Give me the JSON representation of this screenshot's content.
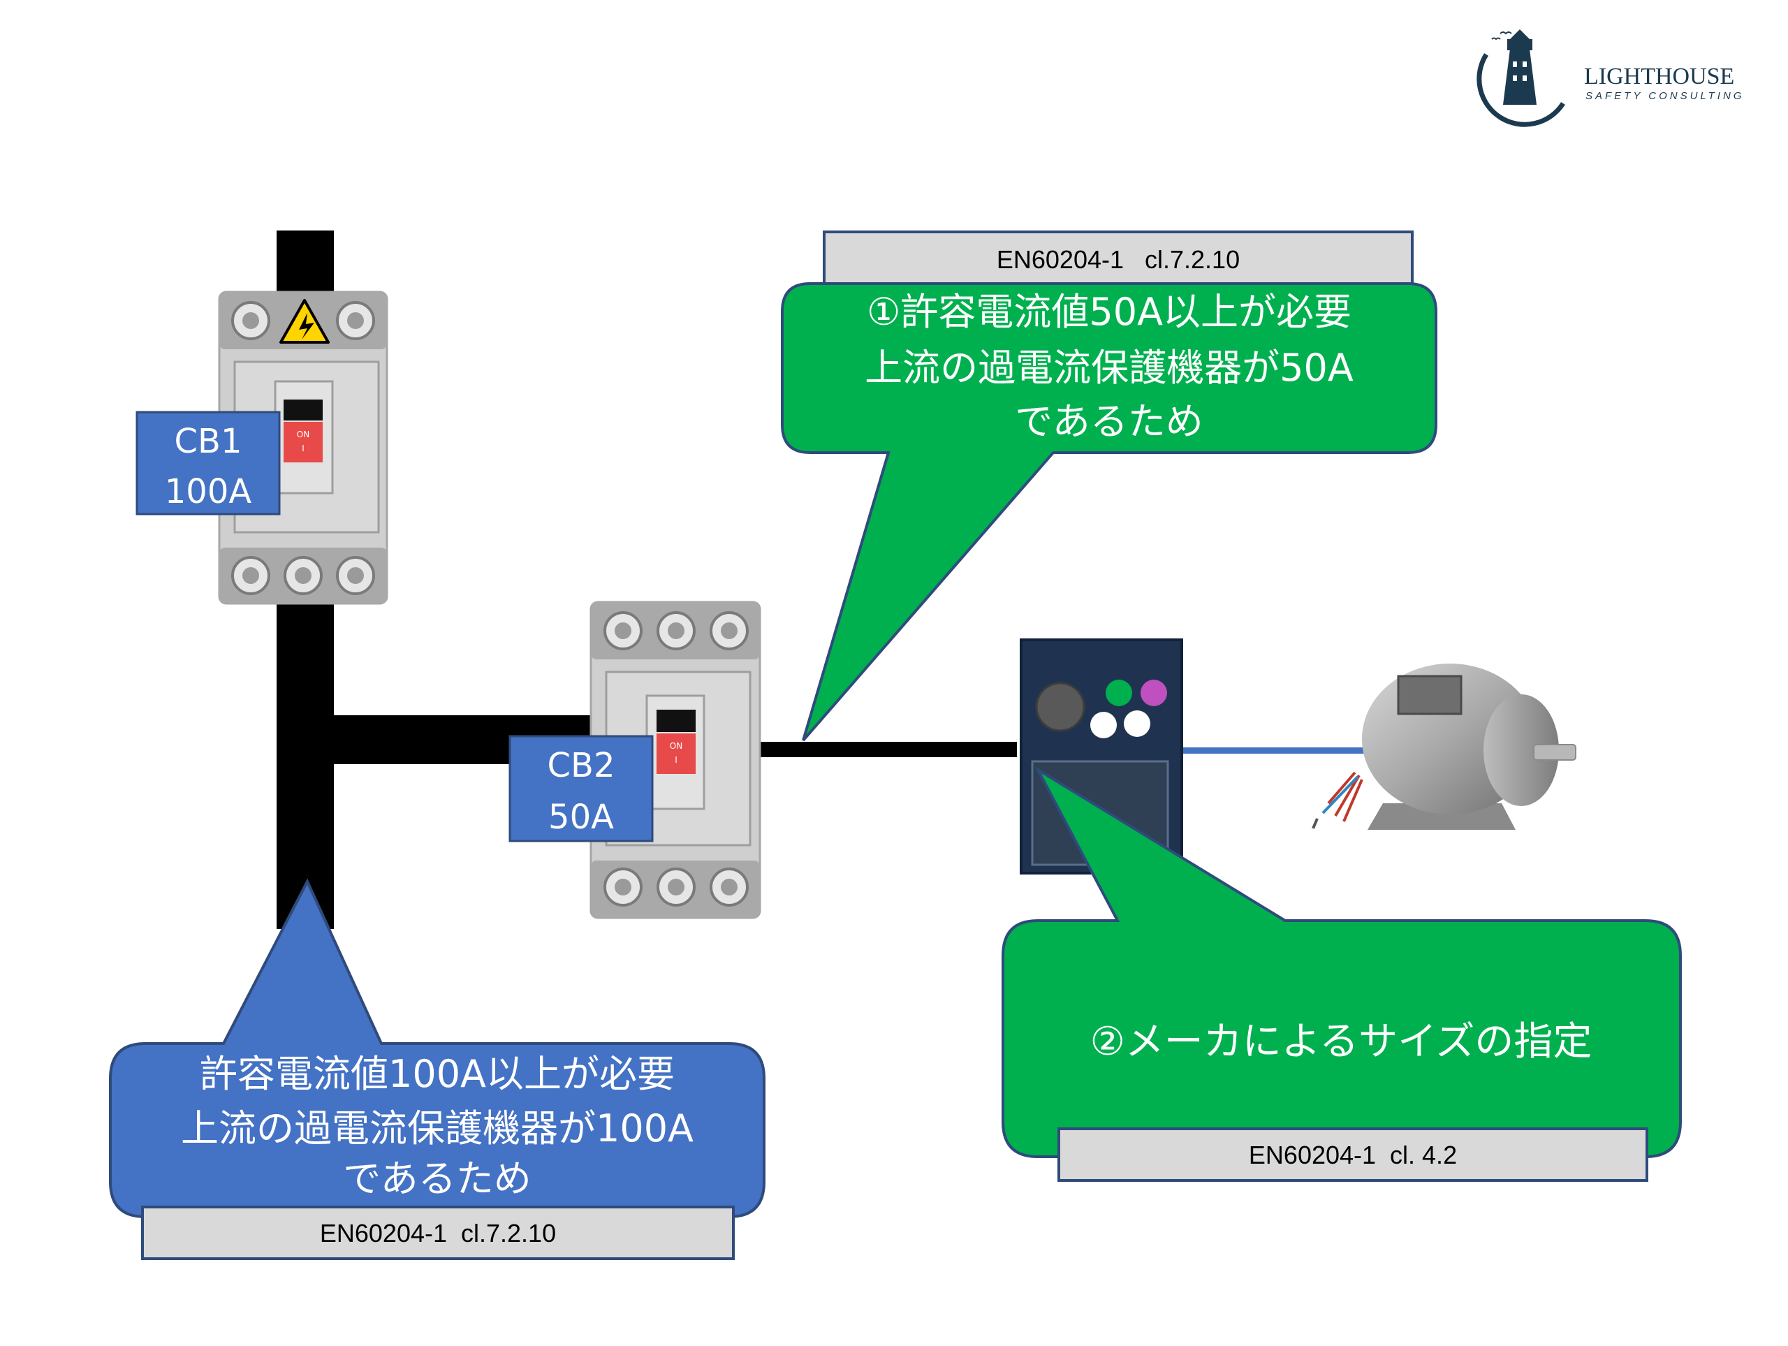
{
  "logo": {
    "name": "LIGHTHOUSE",
    "tagline": "SAFETY CONSULTING"
  },
  "breakers": [
    {
      "label": "CB1",
      "rating": "100A"
    },
    {
      "label": "CB2",
      "rating": "50A"
    }
  ],
  "breaker_switch_text": {
    "on": "ON",
    "i": "I"
  },
  "callouts": {
    "cb2_note": {
      "lines": [
        "①許容電流値50A以上が必要",
        "上流の過電流保護機器が50A",
        "であるため"
      ],
      "reference": "EN60204-1   cl.7.2.10"
    },
    "cb1_note": {
      "lines": [
        "許容電流値100A以上が必要",
        "上流の過電流保護機器が100A",
        "であるため"
      ],
      "reference": "EN60204-1  cl.7.2.10"
    },
    "inverter_note": {
      "lines": [
        "②メーカによるサイズの指定"
      ],
      "reference": "EN60204-1  cl. 4.2"
    }
  },
  "colors": {
    "green_callout": "#00b04f",
    "blue_callout": "#4472c4",
    "callout_border": "#2f4b7c",
    "ref_box": "#d9d9d9",
    "logo_navy": "#1c3a4f",
    "busbar": "#000000",
    "inverter_body": "#1f3350",
    "motor_cable": "#4472c4"
  }
}
